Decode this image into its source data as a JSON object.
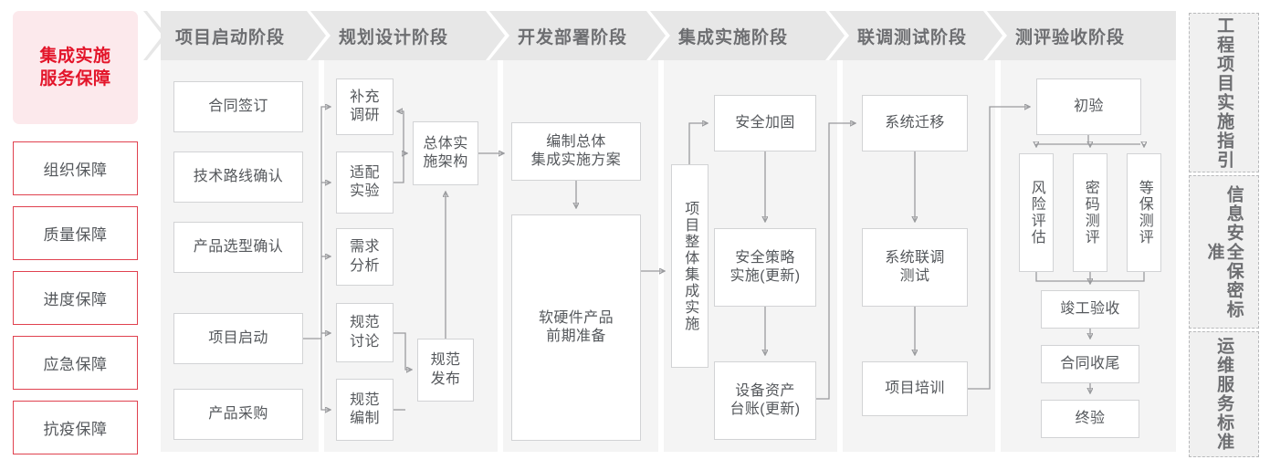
{
  "left_rail": {
    "header": "集成实施\n服务保障",
    "header_lines": [
      "集成实施",
      "服务保障"
    ],
    "items": [
      {
        "label": "组织保障"
      },
      {
        "label": "质量保障"
      },
      {
        "label": "进度保障"
      },
      {
        "label": "应急保障"
      },
      {
        "label": "抗疫保障"
      }
    ],
    "accent_color": "#e3152a",
    "header_bg": "#fce9ec",
    "border_color": "#e0414f"
  },
  "phases": [
    {
      "id": "phase-1",
      "title": "项目启动阶段",
      "boxes": [
        {
          "id": "b-hetongqianding",
          "label": "合同签订"
        },
        {
          "id": "b-jishuluxian",
          "label": "技术路线确认"
        },
        {
          "id": "b-chanpinxuanxing",
          "label": "产品选型确认"
        },
        {
          "id": "b-xiangmuqidong",
          "label": "项目启动"
        },
        {
          "id": "b-chanpincaigou",
          "label": "产品采购"
        }
      ]
    },
    {
      "id": "phase-2",
      "title": "规划设计阶段",
      "boxes": [
        {
          "id": "b-buchongdiaoyan",
          "label": "补充\n调研",
          "lines": [
            "补充",
            "调研"
          ]
        },
        {
          "id": "b-shipeishiyan",
          "label": "适配\n实验",
          "lines": [
            "适配",
            "实验"
          ]
        },
        {
          "id": "b-xuqiufenxi",
          "label": "需求\n分析",
          "lines": [
            "需求",
            "分析"
          ]
        },
        {
          "id": "b-guifantaolun",
          "label": "规范\n讨论",
          "lines": [
            "规范",
            "讨论"
          ]
        },
        {
          "id": "b-guifanbianzhi",
          "label": "规范\n编制",
          "lines": [
            "规范",
            "编制"
          ]
        },
        {
          "id": "b-zongtishishi",
          "label": "总体实\n施架构",
          "lines": [
            "总体实",
            "施架构"
          ]
        },
        {
          "id": "b-guifanfabu",
          "label": "规范\n发布",
          "lines": [
            "规范",
            "发布"
          ]
        }
      ]
    },
    {
      "id": "phase-3",
      "title": "开发部署阶段",
      "boxes": [
        {
          "id": "b-bianzhizongti",
          "label": "编制总体\n集成实施方案",
          "lines": [
            "编制总体",
            "集成实施方案"
          ]
        },
        {
          "id": "b-ruanyingjian",
          "label": "软硬件产品\n前期准备",
          "lines": [
            "软硬件产品",
            "前期准备"
          ]
        }
      ]
    },
    {
      "id": "phase-4",
      "title": "集成实施阶段",
      "boxes": [
        {
          "id": "b-xiangmuzhengti",
          "label": "项目整体集成实施",
          "vertical": true
        },
        {
          "id": "b-anquanjiagu",
          "label": "安全加固"
        },
        {
          "id": "b-anquancelue",
          "label": "安全策略\n实施(更新)",
          "lines": [
            "安全策略",
            "实施(更新)"
          ]
        },
        {
          "id": "b-shebeizichan",
          "label": "设备资产\n台账(更新)",
          "lines": [
            "设备资产",
            "台账(更新)"
          ]
        }
      ]
    },
    {
      "id": "phase-5",
      "title": "联调测试阶段",
      "boxes": [
        {
          "id": "b-xitongqianyi",
          "label": "系统迁移"
        },
        {
          "id": "b-xitongliantiao",
          "label": "系统联调\n测试",
          "lines": [
            "系统联调",
            "测试"
          ]
        },
        {
          "id": "b-xiangmupeixun",
          "label": "项目培训"
        }
      ]
    },
    {
      "id": "phase-6",
      "title": "测评验收阶段",
      "boxes": [
        {
          "id": "b-chuyan",
          "label": "初验"
        },
        {
          "id": "b-fengxianpinggu",
          "label": "风险评估",
          "vertical": true
        },
        {
          "id": "b-mimaceping",
          "label": "密码测评",
          "vertical": true
        },
        {
          "id": "b-dengbaoceping",
          "label": "等保测评",
          "vertical": true
        },
        {
          "id": "b-jungongyanshou",
          "label": "竣工验收"
        },
        {
          "id": "b-hetongshouwei",
          "label": "合同收尾"
        },
        {
          "id": "b-zhongyan",
          "label": "终验"
        }
      ]
    }
  ],
  "right_rail": [
    {
      "id": "rr-1",
      "label": "工程项目实施指引",
      "vertical": true
    },
    {
      "id": "rr-2",
      "label": "信息安全保密标准",
      "vertical": true
    },
    {
      "id": "rr-3",
      "label": "运维服务标准",
      "vertical": true
    }
  ],
  "colors": {
    "panel_bg": "#f4f4f4",
    "header_bg": "#e7e7e7",
    "box_border": "#d2d3d5",
    "wire": "#9a9b9e",
    "text": "#55585c",
    "header_text": "#6d6e71"
  }
}
